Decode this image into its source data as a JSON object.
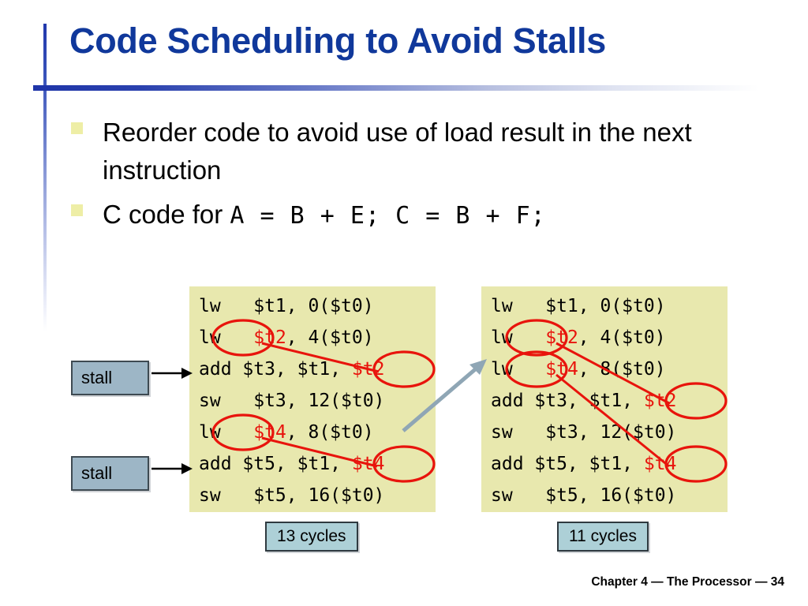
{
  "slide": {
    "title": "Code Scheduling to Avoid Stalls",
    "footer": "Chapter 4 — The Processor — 34"
  },
  "bullets": [
    {
      "text": "Reorder code to avoid use of load result in the next instruction"
    },
    {
      "prefix": "C code for ",
      "code": "A = B + E; C = B + F;"
    }
  ],
  "code_left": {
    "lines": [
      {
        "before": "lw   $t1, 0($t0)",
        "hl": "",
        "after": ""
      },
      {
        "before": "lw   ",
        "hl": "$t2",
        "after": ", 4($t0)"
      },
      {
        "before": "add $t3, $t1, ",
        "hl": "$t2",
        "after": ""
      },
      {
        "before": "sw   $t3, 12($t0)",
        "hl": "",
        "after": ""
      },
      {
        "before": "lw   ",
        "hl": "$t4",
        "after": ", 8($t0)"
      },
      {
        "before": "add $t5, $t1, ",
        "hl": "$t4",
        "after": ""
      },
      {
        "before": "sw   $t5, 16($t0)",
        "hl": "",
        "after": ""
      }
    ]
  },
  "code_right": {
    "lines": [
      {
        "before": "lw   $t1, 0($t0)",
        "hl": "",
        "after": ""
      },
      {
        "before": "lw   ",
        "hl": "$t2",
        "after": ", 4($t0)"
      },
      {
        "before": "lw   ",
        "hl": "$t4",
        "after": ", 8($t0)"
      },
      {
        "before": "add $t3, $t1, ",
        "hl": "$t2",
        "after": ""
      },
      {
        "before": "sw   $t3, 12($t0)",
        "hl": "",
        "after": ""
      },
      {
        "before": "add $t5, $t1, ",
        "hl": "$t4",
        "after": ""
      },
      {
        "before": "sw   $t5, 16($t0)",
        "hl": "",
        "after": ""
      }
    ]
  },
  "stalls": [
    {
      "label": "stall"
    },
    {
      "label": "stall"
    }
  ],
  "cycles": {
    "left": "13 cycles",
    "right": "11 cycles"
  },
  "colors": {
    "title_blue": "#10389b",
    "code_panel_bg": "#e8e8ae",
    "highlight_red": "#e8140c",
    "stall_blue": "#9db6c6",
    "cycles_blue": "#add0d7",
    "bullet_yellow": "#eeeea6",
    "connector_gray": "#8fa6b5"
  }
}
